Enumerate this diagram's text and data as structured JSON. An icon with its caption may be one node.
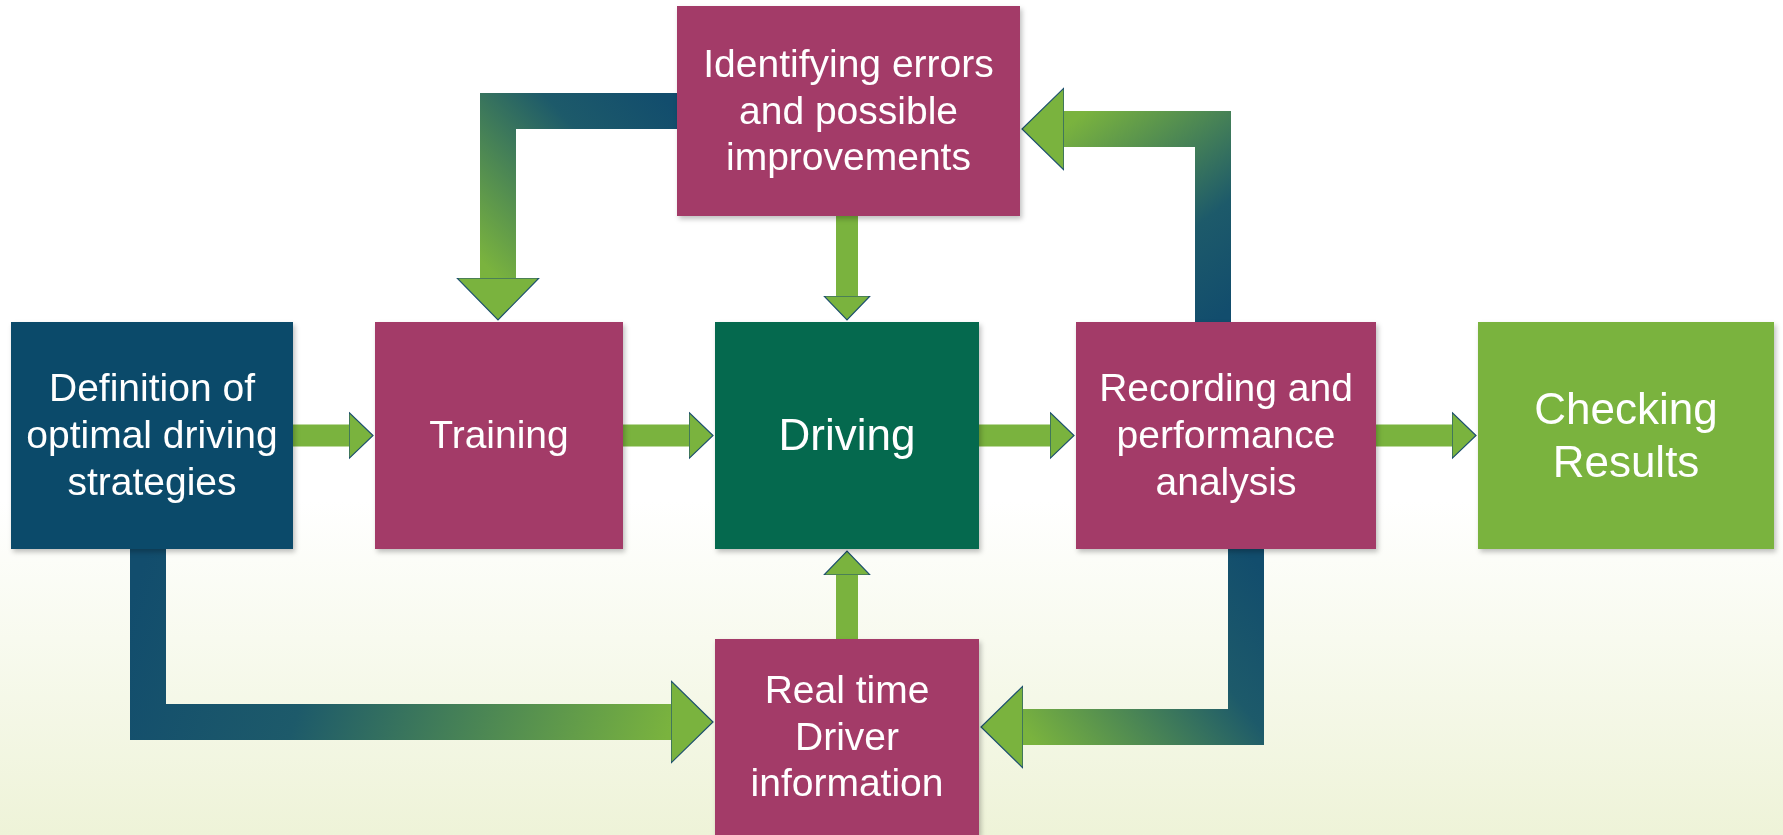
{
  "diagram": {
    "nodes": [
      {
        "text": [
          "Identifying errors and possible improvements"
        ]
      },
      {
        "text": [
          "Definition of optimal driving strategies"
        ]
      },
      {
        "text": [
          "Training"
        ]
      },
      {
        "text": [
          "Driving"
        ]
      },
      {
        "text": [
          "Recording and performance analysis"
        ]
      },
      {
        "text": [
          "Checking Results"
        ]
      },
      {
        "text": [
          "Real time Driver information"
        ]
      }
    ],
    "edges": [
      {
        "from": 1,
        "to": 2,
        "arrow": "to"
      },
      {
        "from": 2,
        "to": 3,
        "arrow": "to"
      },
      {
        "from": 3,
        "to": 4,
        "arrow": "to"
      },
      {
        "from": 4,
        "to": 5,
        "arrow": "to"
      },
      {
        "from": 0,
        "to": 3,
        "arrow": "to"
      },
      {
        "from": 6,
        "to": 3,
        "arrow": "to"
      },
      {
        "from": 4,
        "to": 0,
        "arrow": "to"
      },
      {
        "from": 0,
        "to": 2,
        "arrow": "to"
      },
      {
        "from": 1,
        "to": 6,
        "arrow": "to"
      },
      {
        "from": 4,
        "to": 6,
        "arrow": "to"
      }
    ]
  }
}
